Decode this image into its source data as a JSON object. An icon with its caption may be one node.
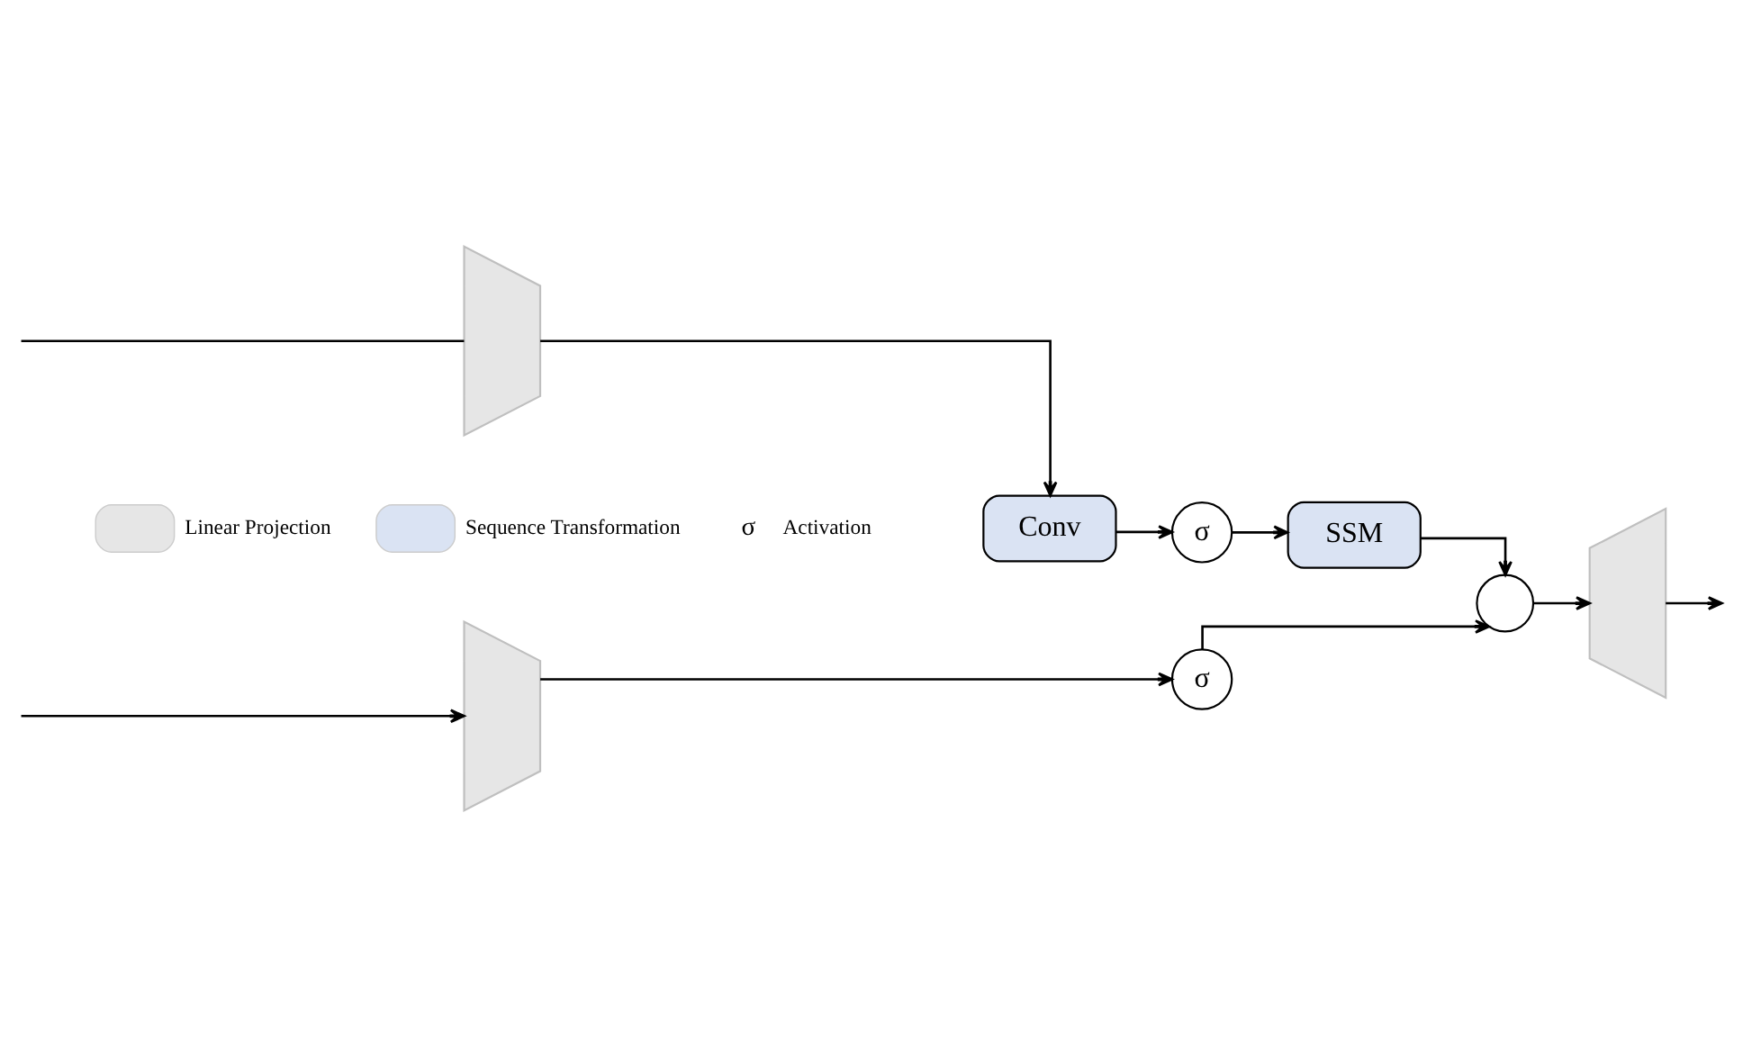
{
  "diagram": {
    "nodes": [
      {
        "text": [],
        "shape": "trapezoid"
      },
      {
        "text": [
          "Conv"
        ]
      },
      {
        "text": [
          "σ"
        ]
      },
      {
        "text": [
          "SSM"
        ]
      },
      {
        "text": [],
        "shape": "circle"
      },
      {
        "text": [],
        "shape": "trapezoid"
      },
      {
        "text": [],
        "shape": "trapezoid"
      },
      {
        "text": [
          "σ"
        ]
      }
    ],
    "edges": [
      {
        "from": null,
        "to": 0,
        "arrow": "none"
      },
      {
        "from": null,
        "to": 6,
        "arrow": "to"
      },
      {
        "from": 0,
        "to": 1,
        "arrow": "to"
      },
      {
        "from": 1,
        "to": 2,
        "arrow": "to"
      },
      {
        "from": 2,
        "to": 3,
        "arrow": "to"
      },
      {
        "from": 3,
        "to": 4,
        "arrow": "to"
      },
      {
        "from": 4,
        "to": 5,
        "arrow": "to"
      },
      {
        "from": 5,
        "to": null,
        "arrow": "to"
      },
      {
        "from": 6,
        "to": 7,
        "arrow": "to"
      },
      {
        "from": 7,
        "to": 4,
        "arrow": "to"
      }
    ],
    "labels": [
      "σ"
    ],
    "legend": [
      {
        "text": "Linear Projection",
        "color": "#e6e6e6"
      },
      {
        "text": "Sequence Transformation",
        "color": "#dae3f3"
      },
      {
        "text": "Activation"
      }
    ]
  }
}
